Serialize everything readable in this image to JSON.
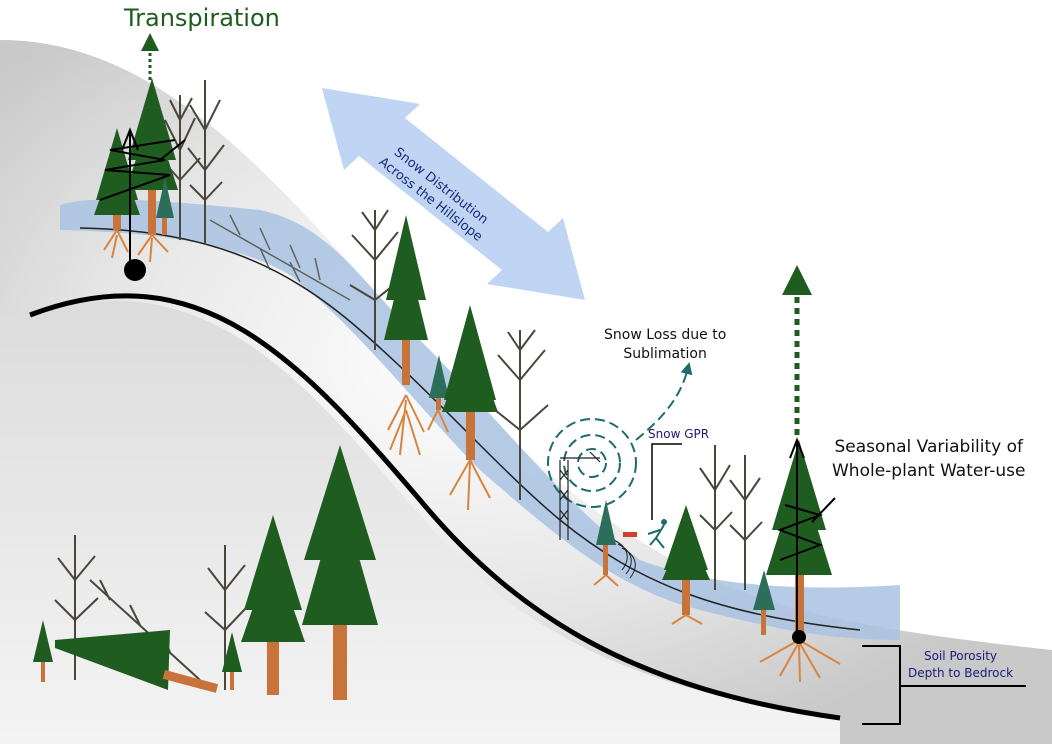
{
  "labels": {
    "transpiration": "Transpiration",
    "snow_loss": [
      "Snow Loss due to",
      "Sublimation"
    ],
    "snow_gpr": "Snow GPR",
    "seasonal": [
      "Seasonal Variability of",
      "Whole-plant Water-use"
    ],
    "soil": [
      "Soil Porosity",
      "Depth to Bedrock"
    ],
    "snow_distribution": [
      "Snow Distribution",
      "Across the Hillslope"
    ]
  },
  "colors": {
    "conifer": "#1f5c1f",
    "trunk": "#c8733a",
    "roots": "#d9843f",
    "snow": "#a9c3e2",
    "bare_tree": "#4a463c",
    "sublimation": "#1e6b6b",
    "arrow_blue": "#bcd3f2",
    "label_dark_blue": "#1a1a7a"
  }
}
